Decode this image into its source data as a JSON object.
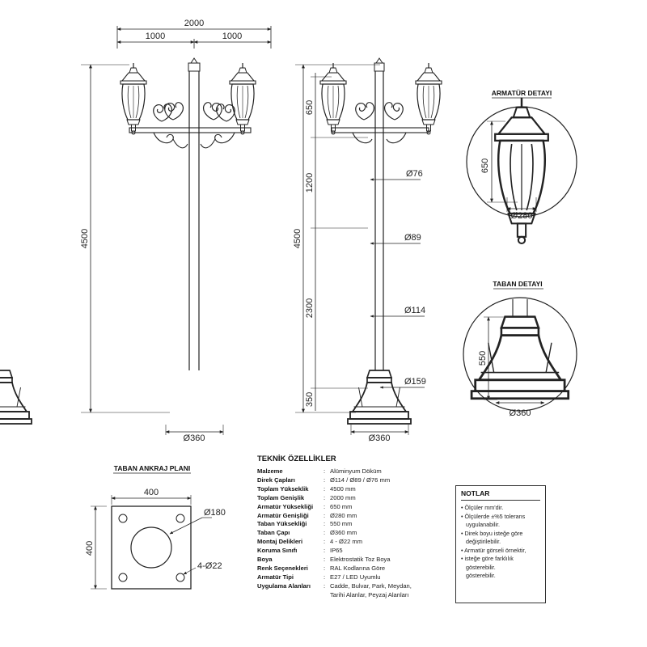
{
  "dimensions": {
    "total_width": "2000",
    "half_left": "1000",
    "half_right": "1000",
    "total_height_left": "4500",
    "total_height_right": "4500",
    "base_left": "Ø360",
    "base_right": "Ø360",
    "fixture_height": "650",
    "seg_1200": "1200",
    "seg_2300": "2300",
    "seg_350": "350",
    "dia_76": "Ø76",
    "dia_89": "Ø89",
    "dia_114": "Ø114",
    "dia_159": "Ø159"
  },
  "fixture_detail": {
    "title": "ARMATÜR DETAYI",
    "height": "650",
    "width": "Ø280"
  },
  "base_detail": {
    "title": "TABAN DETAYI",
    "height": "550",
    "width": "Ø360"
  },
  "anchor_plan": {
    "title": "TABAN ANKRAJ PLANI",
    "width": "400",
    "height": "400",
    "center_hole": "Ø180",
    "holes": "4-Ø22"
  },
  "specs": {
    "title": "TEKNİK ÖZELLİKLER",
    "rows": [
      {
        "label": "Malzeme",
        "value": "Alüminyum Döküm"
      },
      {
        "label": "Direk Çapları",
        "value": "Ø114 / Ø89 / Ø76 mm"
      },
      {
        "label": "Toplam Yükseklik",
        "value": "4500 mm"
      },
      {
        "label": "Toplam Genişlik",
        "value": "2000 mm"
      },
      {
        "label": "Armatür Yüksekliği",
        "value": "650 mm"
      },
      {
        "label": "Armatür Genişliği",
        "value": "Ø280 mm"
      },
      {
        "label": "Taban Yüksekliği",
        "value": "550 mm"
      },
      {
        "label": "Taban Çapı",
        "value": "Ø360 mm"
      },
      {
        "label": "Montaj Delikleri",
        "value": "4 - Ø22 mm"
      },
      {
        "label": "Koruma Sınıfı",
        "value": "IP65"
      },
      {
        "label": "Boya",
        "value": "Elektrostatik Toz Boya"
      },
      {
        "label": "Renk Seçenekleri",
        "value": "RAL Kodlarına Göre"
      },
      {
        "label": "Armatür Tipi",
        "value": "E27 / LED Uyumlu"
      },
      {
        "label": "Uygulama Alanları",
        "value": "Cadde, Bulvar, Park, Meydan,"
      },
      {
        "label": "",
        "value": "Tarihi Alanlar, Peyzaj Alanları"
      }
    ]
  },
  "notes": {
    "title": "NOTLAR",
    "items": [
      {
        "text": "• Ölçüler mm'dir."
      },
      {
        "text": "• Ölçülerde ±%5 tolerans",
        "cont": "uygulanabilir."
      },
      {
        "text": "• Direk boyu isteğe göre",
        "cont": "değiştirilebilir."
      },
      {
        "text": "• Armatür görseli örnektir,"
      },
      {
        "text": "• isteğe göre farklılık",
        "cont": "gösterebilir.",
        "cont2": "gösterebilir."
      }
    ]
  }
}
